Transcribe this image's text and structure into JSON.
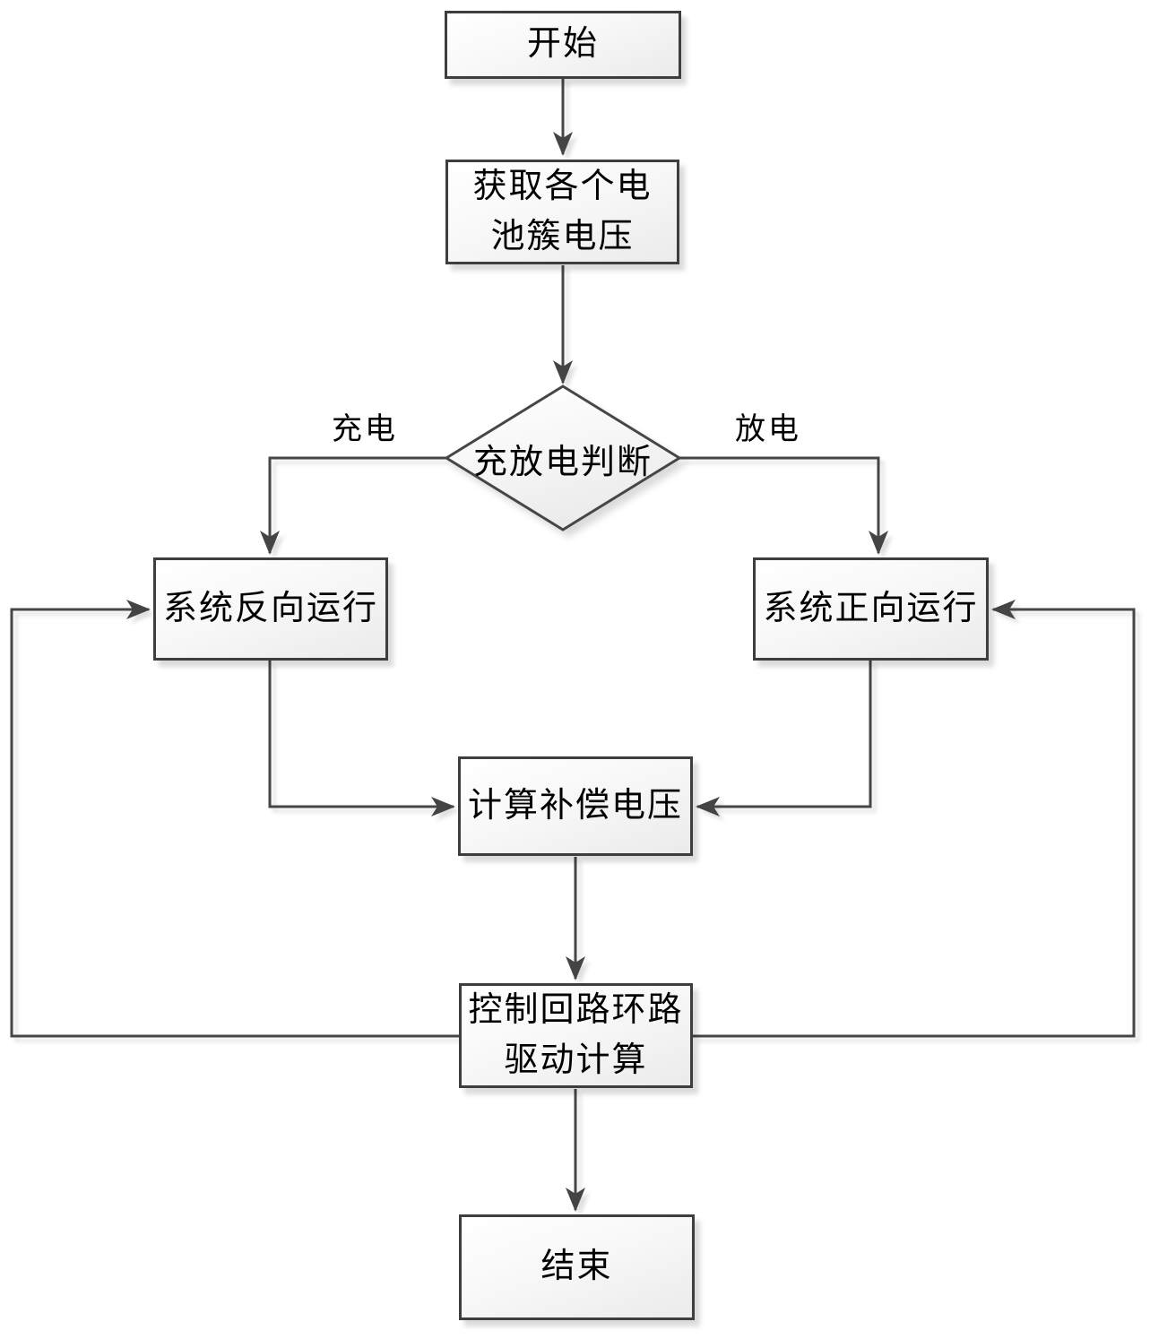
{
  "diagram": {
    "type": "flowchart",
    "language": "zh-CN",
    "nodes": {
      "start": {
        "label": "开始",
        "shape": "rect"
      },
      "acquire": {
        "lines": [
          "获取各个电",
          "池簇电压"
        ],
        "shape": "rect"
      },
      "decision": {
        "label": "充放电判断",
        "shape": "diamond"
      },
      "reverse": {
        "label": "系统反向运行",
        "shape": "rect"
      },
      "forward": {
        "label": "系统正向运行",
        "shape": "rect"
      },
      "compensation": {
        "label": "计算补偿电压",
        "shape": "rect"
      },
      "control": {
        "lines": [
          "控制回路环路",
          "驱动计算"
        ],
        "shape": "rect"
      },
      "end": {
        "label": "结束",
        "shape": "rect"
      }
    },
    "edges": {
      "charge_branch_label": "充电",
      "discharge_branch_label": "放电",
      "flow": [
        "start -> acquire",
        "acquire -> decision",
        "decision -充电-> reverse",
        "decision -放电-> forward",
        "reverse -> compensation",
        "forward -> compensation",
        "compensation -> control",
        "control -> end",
        "control -> reverse (feedback loop left)",
        "control -> forward (feedback loop right)"
      ]
    },
    "colors": {
      "background": "#ffffff",
      "line": "#464646",
      "arrowhead": "#444444",
      "box_border": "#3e3e3e",
      "box_fill_top": "#ffffff",
      "box_fill_bottom": "#ebebeb",
      "text": "#000000"
    }
  }
}
